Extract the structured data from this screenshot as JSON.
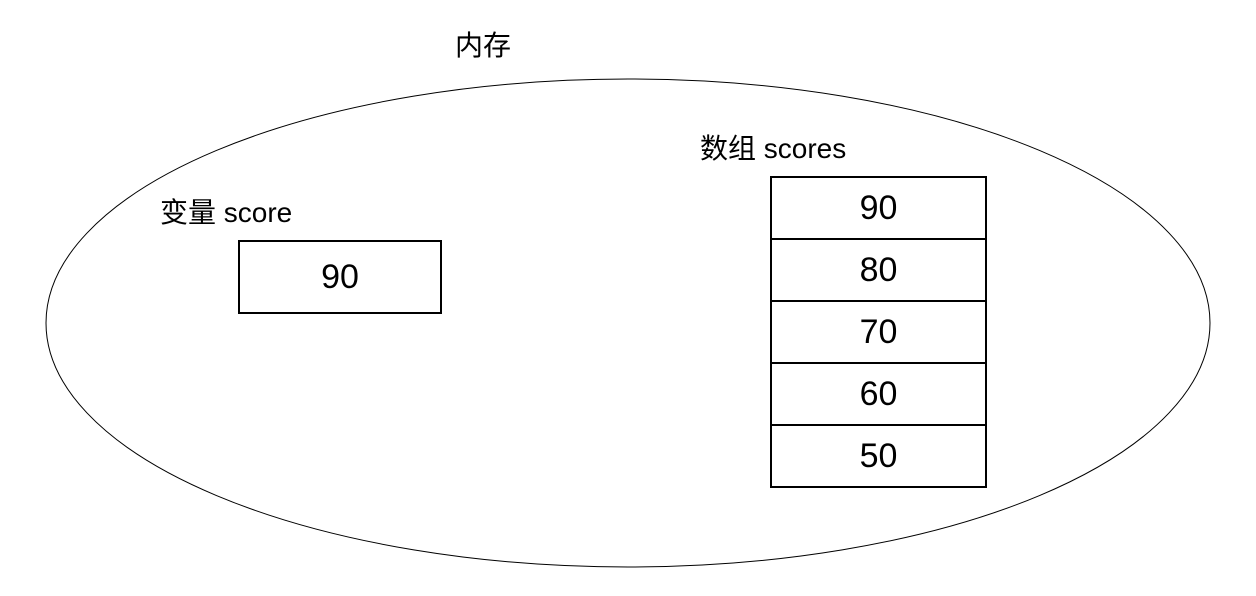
{
  "diagram": {
    "title": "内存",
    "variable": {
      "label": "变量 score",
      "value": "90"
    },
    "array": {
      "label": "数组 scores",
      "values": [
        "90",
        "80",
        "70",
        "60",
        "50"
      ]
    },
    "colors": {
      "stroke": "#000000",
      "text": "#000000",
      "background": "#ffffff"
    }
  }
}
